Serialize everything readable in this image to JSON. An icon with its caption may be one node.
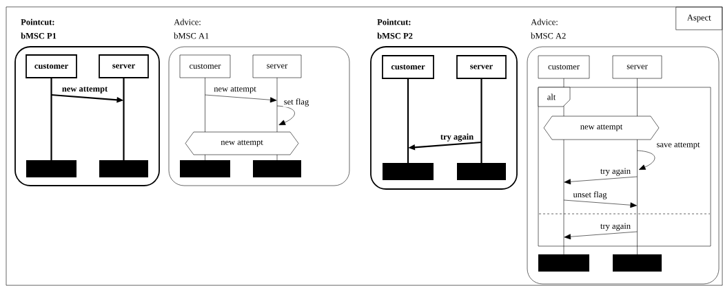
{
  "diagram": {
    "nodes": [
      {
        "text": [
          "Aspect"
        ]
      },
      {
        "text": [
          "Pointcut:",
          "bMSC P1"
        ],
        "in": 0
      },
      {
        "text": [
          "customer"
        ],
        "in": 1
      },
      {
        "text": [
          "server"
        ],
        "in": 1
      },
      {
        "text": [],
        "shape": "line",
        "in": 1
      },
      {
        "text": [],
        "shape": "line",
        "in": 1
      },
      {
        "text": [],
        "shape": "bar",
        "in": 1
      },
      {
        "text": [],
        "shape": "bar",
        "in": 1
      },
      {
        "text": [
          "Advice:",
          "bMSC A1"
        ],
        "in": 0
      },
      {
        "text": [
          "customer"
        ],
        "in": 8
      },
      {
        "text": [
          "server"
        ],
        "in": 8
      },
      {
        "text": [],
        "shape": "line",
        "in": 8
      },
      {
        "text": [],
        "shape": "line",
        "in": 8
      },
      {
        "text": [
          "new attempt"
        ],
        "in": 8
      },
      {
        "text": [],
        "shape": "bar",
        "in": 8
      },
      {
        "text": [],
        "shape": "bar",
        "in": 8
      },
      {
        "text": [
          "Pointcut:",
          "bMSC P2"
        ],
        "in": 0
      },
      {
        "text": [
          "customer"
        ],
        "in": 16
      },
      {
        "text": [
          "server"
        ],
        "in": 16
      },
      {
        "text": [],
        "shape": "line",
        "in": 16
      },
      {
        "text": [],
        "shape": "line",
        "in": 16
      },
      {
        "text": [],
        "shape": "bar",
        "in": 16
      },
      {
        "text": [],
        "shape": "bar",
        "in": 16
      },
      {
        "text": [
          "Advice:",
          "bMSC A2"
        ],
        "in": 0
      },
      {
        "text": [
          "customer"
        ],
        "in": 23
      },
      {
        "text": [
          "server"
        ],
        "in": 23
      },
      {
        "text": [],
        "shape": "line",
        "in": 23
      },
      {
        "text": [],
        "shape": "line",
        "in": 23
      },
      {
        "text": [
          "alt"
        ],
        "in": 23
      },
      {
        "text": [
          "new attempt"
        ],
        "in": 28
      },
      {
        "text": [],
        "shape": "bar",
        "in": 23
      },
      {
        "text": [],
        "shape": "bar",
        "in": 23
      }
    ],
    "edges": [
      {
        "from": 4,
        "to": 5,
        "arrow": "to",
        "label": "new attempt",
        "style": "thick"
      },
      {
        "from": 11,
        "to": 12,
        "arrow": "to",
        "label": "new attempt"
      },
      {
        "from": 12,
        "to": 12,
        "arrow": "to",
        "label": "set flag"
      },
      {
        "from": 20,
        "to": 19,
        "arrow": "to",
        "label": "try again",
        "style": "thick"
      },
      {
        "from": 27,
        "to": 27,
        "arrow": "to",
        "label": "save attempt"
      },
      {
        "from": 27,
        "to": 26,
        "arrow": "to",
        "label": "try again"
      },
      {
        "from": 26,
        "to": 27,
        "arrow": "to",
        "label": "unset flag"
      },
      {
        "from": 27,
        "to": 26,
        "arrow": "to",
        "label": "try again"
      }
    ]
  }
}
